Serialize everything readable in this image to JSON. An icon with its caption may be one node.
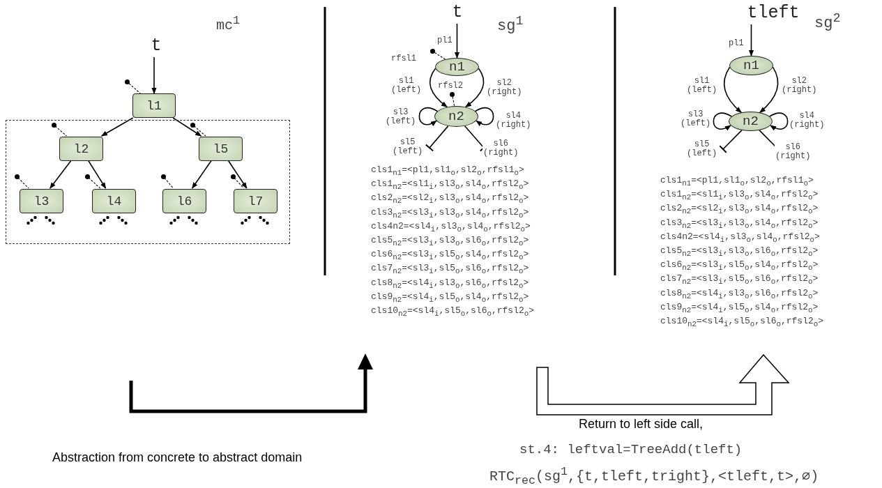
{
  "diagram": {
    "nodes": [
      {
        "text": [
          "t"
        ]
      },
      {
        "text": [
          "l1"
        ]
      },
      {
        "text": [],
        "shape": "box"
      },
      {
        "text": [
          "l2"
        ],
        "in": 2
      },
      {
        "text": [
          "l5"
        ],
        "in": 2
      },
      {
        "text": [
          "l3"
        ],
        "in": 2
      },
      {
        "text": [
          "l4"
        ],
        "in": 2
      },
      {
        "text": [
          "l6"
        ],
        "in": 2
      },
      {
        "text": [
          "l7"
        ],
        "in": 2
      },
      {
        "text": [],
        "shape": "circle"
      },
      {
        "text": [],
        "shape": "circle",
        "in": 2
      },
      {
        "text": [],
        "shape": "circle",
        "in": 2
      },
      {
        "text": [],
        "shape": "circle",
        "in": 2
      },
      {
        "text": [],
        "shape": "circle",
        "in": 2
      },
      {
        "text": [],
        "shape": "circle",
        "in": 2
      },
      {
        "text": [],
        "shape": "circle",
        "in": 2
      },
      {
        "text": [
          "t"
        ]
      },
      {
        "text": [],
        "shape": "circle"
      },
      {
        "text": [
          "n1"
        ]
      },
      {
        "text": [],
        "shape": "circle"
      },
      {
        "text": [
          "n2"
        ]
      },
      {
        "text": [
          "tleft"
        ]
      },
      {
        "text": [
          "n1"
        ]
      },
      {
        "text": [
          "n2"
        ]
      }
    ],
    "edges": [
      {
        "from": 0,
        "to": 1,
        "arrow": "to"
      },
      {
        "from": 1,
        "to": 3,
        "arrow": "to"
      },
      {
        "from": 1,
        "to": 4,
        "arrow": "to"
      },
      {
        "from": 3,
        "to": 5,
        "arrow": "to"
      },
      {
        "from": 3,
        "to": 6,
        "arrow": "to"
      },
      {
        "from": 4,
        "to": 7,
        "arrow": "to"
      },
      {
        "from": 4,
        "to": 8,
        "arrow": "to"
      },
      {
        "from": 9,
        "to": 1,
        "arrow": "none",
        "style": "dashed"
      },
      {
        "from": 10,
        "to": 3,
        "arrow": "none",
        "style": "dashed"
      },
      {
        "from": 11,
        "to": 4,
        "arrow": "none",
        "style": "dashed"
      },
      {
        "from": 12,
        "to": 5,
        "arrow": "none",
        "style": "dashed"
      },
      {
        "from": 13,
        "to": 6,
        "arrow": "none",
        "style": "dashed"
      },
      {
        "from": 14,
        "to": 7,
        "arrow": "none",
        "style": "dashed"
      },
      {
        "from": 15,
        "to": 8,
        "arrow": "none",
        "style": "dashed"
      },
      {
        "from": 16,
        "to": 18,
        "arrow": "to",
        "label": "pl1"
      },
      {
        "from": 17,
        "to": 18,
        "arrow": "none",
        "style": "dashed",
        "label": "rfsl1"
      },
      {
        "from": 18,
        "to": 20,
        "arrow": "to",
        "label": "sl1 (left)"
      },
      {
        "from": 18,
        "to": 20,
        "arrow": "to",
        "label": "sl2 (right)"
      },
      {
        "from": 19,
        "to": 20,
        "arrow": "none",
        "style": "dashed",
        "label": "rfsl2"
      },
      {
        "from": 20,
        "to": 20,
        "arrow": "to",
        "label": "sl3 (left)"
      },
      {
        "from": 20,
        "to": 20,
        "arrow": "to",
        "label": "sl4 (right)"
      },
      {
        "from": 20,
        "to": null,
        "arrow": "other",
        "label": "sl5 (left)"
      },
      {
        "from": 20,
        "to": null,
        "arrow": "other",
        "label": "sl6 (right)"
      },
      {
        "from": 21,
        "to": 22,
        "arrow": "to",
        "label": "pl1"
      },
      {
        "from": 22,
        "to": 23,
        "arrow": "to",
        "label": "sl1 (left)"
      },
      {
        "from": 22,
        "to": 23,
        "arrow": "to",
        "label": "sl2 (right)"
      },
      {
        "from": 23,
        "to": 23,
        "arrow": "to",
        "label": "sl3 (left)"
      },
      {
        "from": 23,
        "to": 23,
        "arrow": "to",
        "label": "sl4 (right)"
      },
      {
        "from": 23,
        "to": null,
        "arrow": "other",
        "label": "sl5 (left)"
      },
      {
        "from": 23,
        "to": null,
        "arrow": "other",
        "label": "sl6 (right)"
      }
    ],
    "labels": [
      "mc$^{1}$",
      "sg$^{1}$",
      "cls1$_{n1}$=<pl1,sl1$_{o}$,sl2$_{o}$,rfsl1$_{o}$>",
      "cls1$_{n2}$=<sl1$_{i}$,sl3$_{o}$,sl4$_{o}$,rfsl2$_{o}$>",
      "cls2$_{n2}$=<sl2$_{i}$,sl3$_{o}$,sl4$_{o}$,rfsl2$_{o}$>",
      "cls3$_{n2}$=<sl3$_{i}$,sl3$_{o}$,sl4$_{o}$,rfsl2$_{o}$>",
      "cls4n2=<sl4$_{i}$,sl3$_{o}$,sl4$_{o}$,rfsl2$_{o}$>",
      "cls5$_{n2}$=<sl3$_{i}$,sl3$_{o}$,sl6$_{o}$,rfsl2$_{o}$>",
      "cls6$_{n2}$=<sl3$_{i}$,sl5$_{o}$,sl4$_{o}$,rfsl2$_{o}$>",
      "cls7$_{n2}$=<sl3$_{i}$,sl5$_{o}$,sl6$_{o}$,rfsl2$_{o}$>",
      "cls8$_{n2}$=<sl4$_{i}$,sl3$_{o}$,sl6$_{o}$,rfsl2$_{o}$>",
      "cls9$_{n2}$=<sl4$_{i}$,sl5$_{o}$,sl4$_{o}$,rfsl2$_{o}$>",
      "cls10$_{n2}$=<sl4$_{i}$,sl5$_{o}$,sl6$_{o}$,rfsl2$_{o}$>",
      "sg$^{2}$",
      "cls1$_{n1}$=<pl1,sl1$_{o}$,sl2$_{o}$,rfsl1$_{o}$>",
      "cls1$_{n2}$=<sl1$_{i}$,sl3$_{o}$,sl4$_{o}$,rfsl2$_{o}$>",
      "cls2$_{n2}$=<sl2$_{i}$,sl3$_{o}$,sl4$_{o}$,rfsl2$_{o}$>",
      "cls3$_{n2}$=<sl3$_{i}$,sl3$_{o}$,sl4$_{o}$,rfsl2$_{o}$>",
      "cls4n2=<sl4$_{i}$,sl3$_{o}$,sl4$_{o}$,rfsl2$_{o}$>",
      "cls5$_{n2}$=<sl3$_{i}$,sl3$_{o}$,sl6$_{o}$,rfsl2$_{o}$>",
      "cls6$_{n2}$=<sl3$_{i}$,sl5$_{o}$,sl4$_{o}$,rfsl2$_{o}$>",
      "cls7$_{n2}$=<sl3$_{i}$,sl5$_{o}$,sl6$_{o}$,rfsl2$_{o}$>",
      "cls8$_{n2}$=<sl4$_{i}$,sl3$_{o}$,sl6$_{o}$,rfsl2$_{o}$>",
      "cls9$_{n2}$=<sl4$_{i}$,sl5$_{o}$,sl4$_{o}$,rfsl2$_{o}$>",
      "cls10$_{n2}$=<sl4$_{i}$,sl5$_{o}$,sl6$_{o}$,rfsl2$_{o}$>",
      "Abstraction from concrete to abstract domain",
      "Return to left side call,",
      "st.4: leftval=TreeAdd(tleft)",
      "RTC$_{rec}$(sg$^{1}$,{t,tleft,tright},<tleft,t>,∅)"
    ]
  }
}
